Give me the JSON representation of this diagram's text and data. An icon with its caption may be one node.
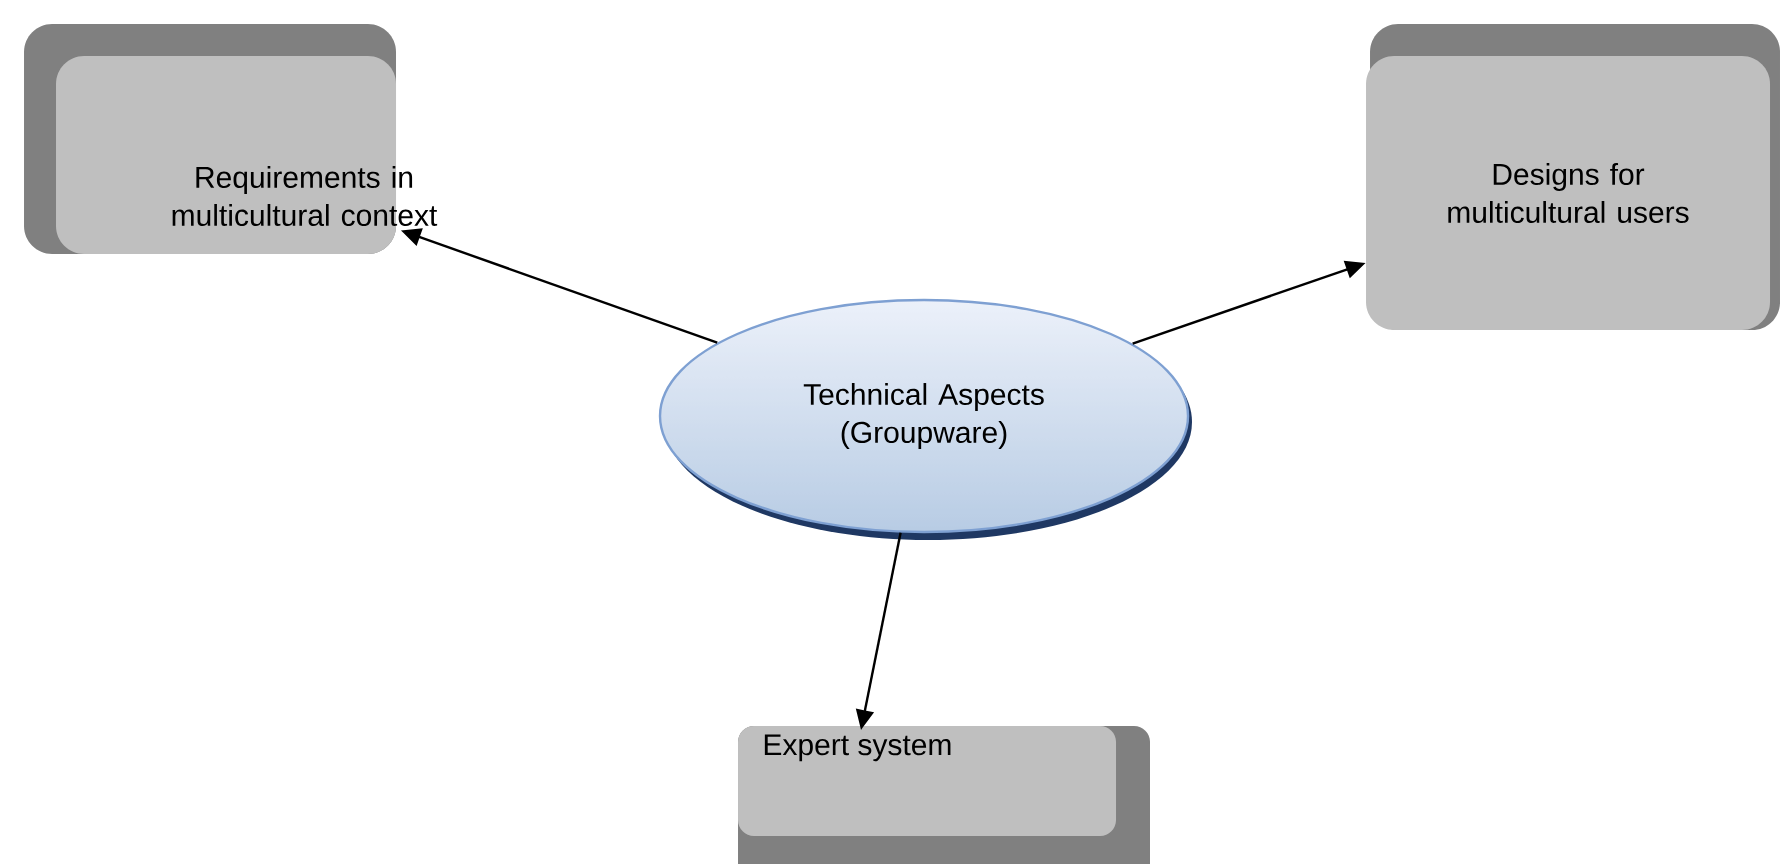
{
  "diagram": {
    "nodes": [
      {
        "text": [
          "Requirements in multicultural context"
        ]
      },
      {
        "text": [
          "Designs for multicultural users"
        ]
      },
      {
        "text": [
          "Technical Aspects (Groupware)"
        ]
      },
      {
        "text": [
          "Expert system"
        ]
      }
    ],
    "edges": [
      {
        "from": 2,
        "to": 0,
        "arrow": "to"
      },
      {
        "from": 2,
        "to": 1,
        "arrow": "to"
      },
      {
        "from": 2,
        "to": 3,
        "arrow": "to"
      }
    ]
  }
}
